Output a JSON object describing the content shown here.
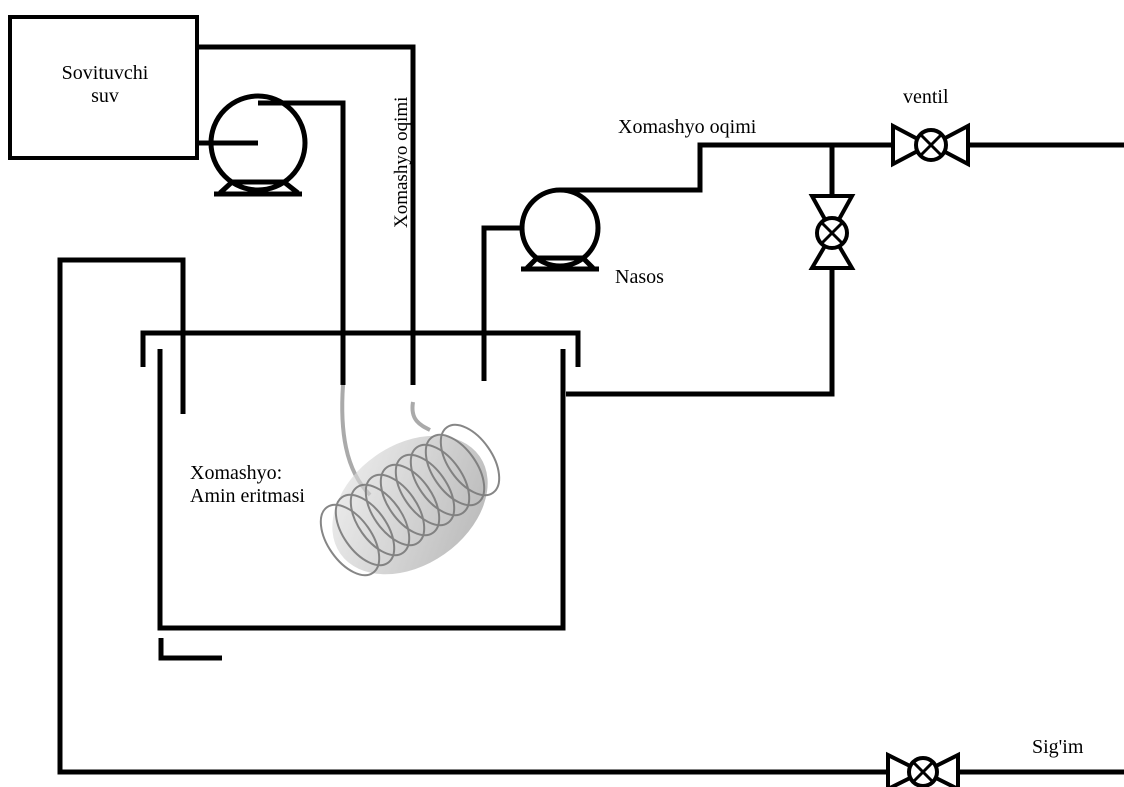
{
  "labels": {
    "cooling_water": "Sovituvchi suv",
    "cooling_water_line1": "Sovituvchi",
    "cooling_water_line2": "suv",
    "feed_flow_vertical": "Xomashyo oqimi",
    "feed_flow_horizontal": "Xomashyo oqimi",
    "valve": "ventil",
    "pump": "Nasos",
    "feedstock_line1": "Xomashyo:",
    "feedstock_line2": "Amin eritmasi",
    "capacity": "Sig'im"
  },
  "colors": {
    "line": "#000000",
    "background": "#ffffff",
    "coil": "#9a9a9a"
  },
  "icons": [
    "pump-icon",
    "valve-icon",
    "coil-heat-exchanger-icon",
    "tank-icon",
    "cooling-water-box-icon"
  ]
}
